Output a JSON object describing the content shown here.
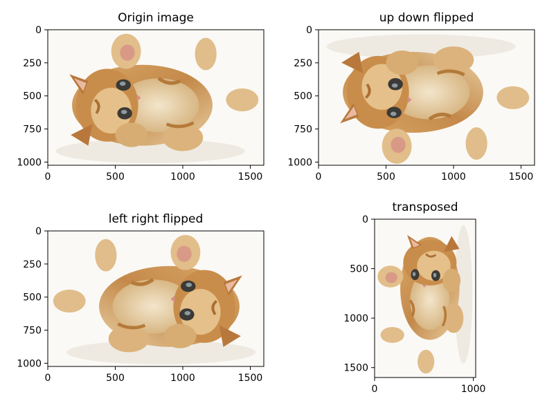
{
  "figure": {
    "subplots": [
      {
        "title": "Origin image",
        "transform": "none"
      },
      {
        "title": "up down flipped",
        "transform": "flipud"
      },
      {
        "title": "left right flipped",
        "transform": "fliplr"
      },
      {
        "title": "transposed",
        "transform": "transpose"
      }
    ]
  },
  "chart_data": [
    {
      "type": "image",
      "title": "Origin image",
      "image_shape": [
        1024,
        1600
      ],
      "xlim": [
        0,
        1600
      ],
      "ylim": [
        1024,
        0
      ],
      "xticks": [
        0,
        500,
        1000,
        1500
      ],
      "yticks": [
        0,
        250,
        500,
        750,
        1000
      ],
      "grid": false
    },
    {
      "type": "image",
      "title": "up down flipped",
      "image_shape": [
        1024,
        1600
      ],
      "xlim": [
        0,
        1600
      ],
      "ylim": [
        1024,
        0
      ],
      "xticks": [
        0,
        500,
        1000,
        1500
      ],
      "yticks": [
        0,
        250,
        500,
        750,
        1000
      ],
      "grid": false
    },
    {
      "type": "image",
      "title": "left right flipped",
      "image_shape": [
        1024,
        1600
      ],
      "xlim": [
        0,
        1600
      ],
      "ylim": [
        1024,
        0
      ],
      "xticks": [
        0,
        500,
        1000,
        1500
      ],
      "yticks": [
        0,
        250,
        500,
        750,
        1000
      ],
      "grid": false
    },
    {
      "type": "image",
      "title": "transposed",
      "image_shape": [
        1600,
        1024
      ],
      "xlim": [
        0,
        1024
      ],
      "ylim": [
        1600,
        0
      ],
      "xticks": [
        0,
        1000
      ],
      "yticks": [
        0,
        500,
        1000,
        1500
      ],
      "grid": false
    }
  ]
}
